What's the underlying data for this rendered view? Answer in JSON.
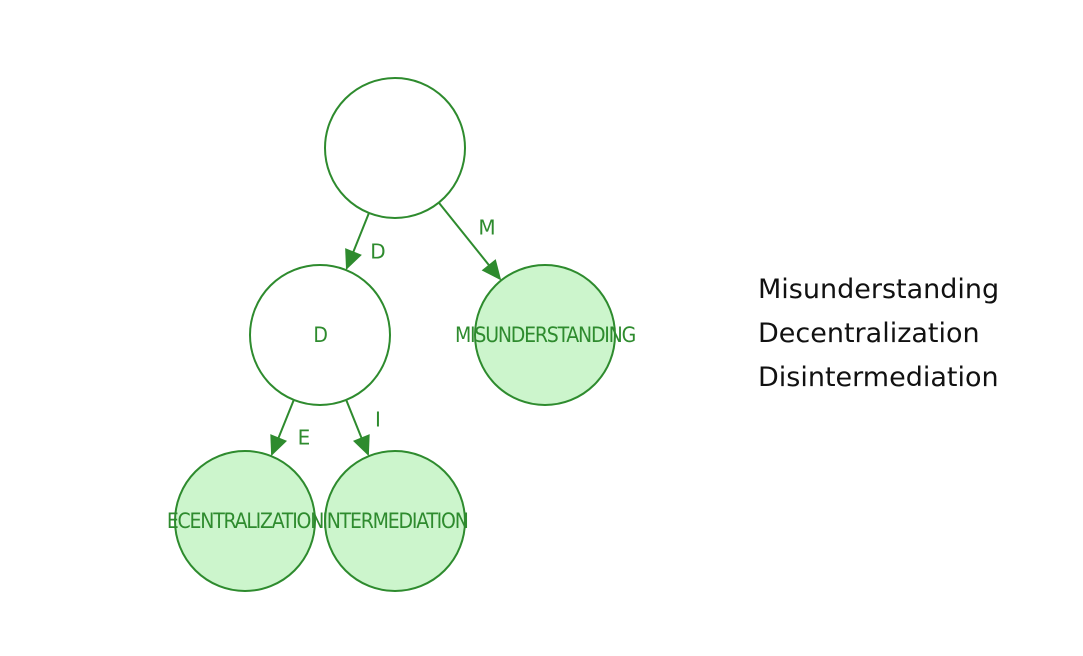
{
  "colors": {
    "stroke": "#2e8b2e",
    "terminal_fill": "#ccf5cc",
    "inner_fill": "#ffffff",
    "text": "#2e8b2e",
    "list_text": "#111111"
  },
  "trie": {
    "nodes": [
      {
        "id": "root",
        "label": "",
        "terminal": false
      },
      {
        "id": "d",
        "label": "D",
        "terminal": false
      },
      {
        "id": "misunderstanding",
        "label": "MISUNDERSTANDING",
        "terminal": true
      },
      {
        "id": "ecentralization",
        "label": "ECENTRALIZATION",
        "terminal": true
      },
      {
        "id": "intermediation",
        "label": "INTERMEDIATION",
        "terminal": true
      }
    ],
    "edges": [
      {
        "from": "root",
        "to": "d",
        "label": "D"
      },
      {
        "from": "root",
        "to": "misunderstanding",
        "label": "M"
      },
      {
        "from": "d",
        "to": "ecentralization",
        "label": "E"
      },
      {
        "from": "d",
        "to": "intermediation",
        "label": "I"
      }
    ]
  },
  "words": [
    "Misunderstanding",
    "Decentralization",
    "Disintermediation"
  ]
}
